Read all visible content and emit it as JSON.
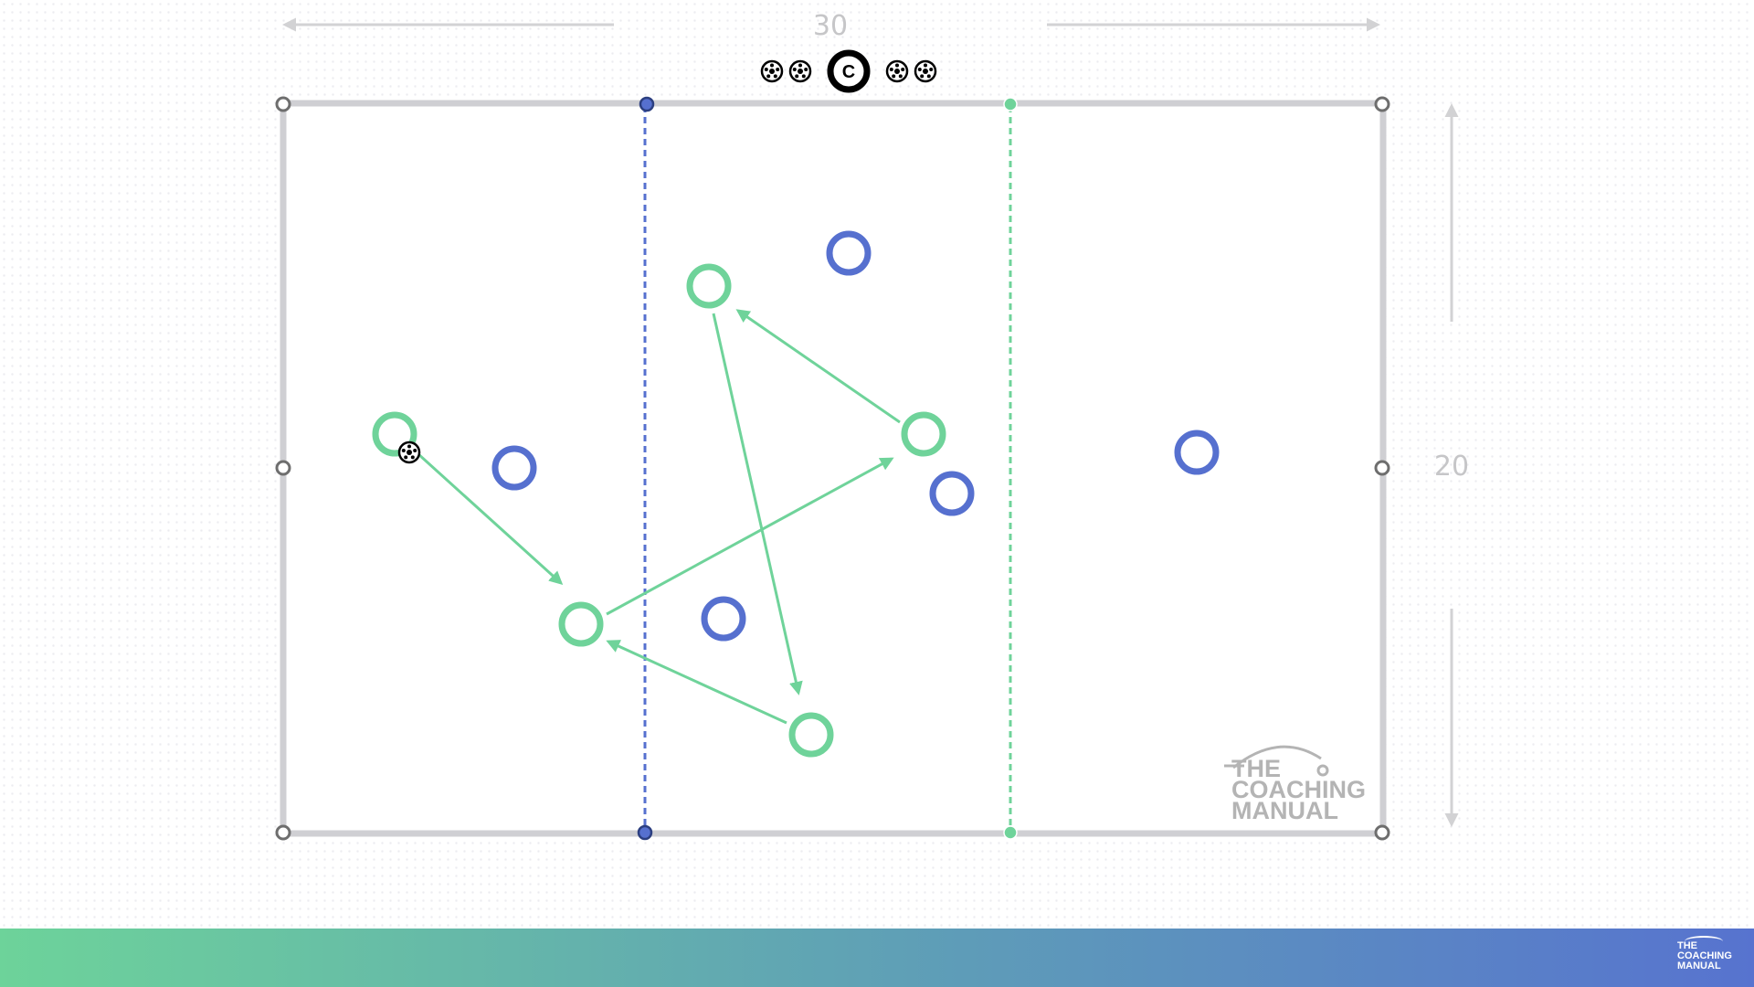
{
  "dimensions": {
    "width_label": "30",
    "height_label": "20"
  },
  "coach": {
    "letter": "C"
  },
  "watermark": {
    "line1": "THE",
    "line2": "COACHING",
    "line3": "MANUAL"
  },
  "footer": {
    "logo_line1": "THE",
    "logo_line2": "COACHING",
    "logo_line3": "MANUAL"
  },
  "colors": {
    "green_team": "#6fd39a",
    "blue_team": "#5670cf",
    "pitch_line": "#cfcfd3",
    "cone_gray": "#6e6e6e",
    "footer_gradient_start": "#6dd39a",
    "footer_gradient_end": "#5773cf"
  },
  "icons": {
    "ball": "soccer-ball-icon",
    "coach": "coach-c-icon",
    "cone": "cone-marker-icon"
  }
}
